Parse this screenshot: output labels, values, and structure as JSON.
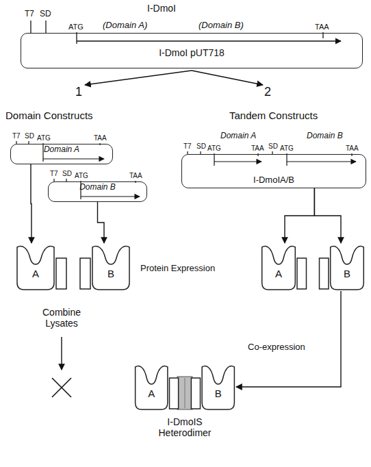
{
  "diagram": {
    "nodes": [
      {
        "text": [
          "I-DmoI pUT718"
        ]
      },
      {
        "text": [
          "Domain A"
        ]
      },
      {
        "text": [
          "Domain B"
        ]
      },
      {
        "text": [
          "I-DmoIA/B"
        ]
      },
      {
        "text": [
          "A"
        ]
      },
      {
        "text": [
          "B"
        ]
      },
      {
        "text": [
          "A"
        ]
      },
      {
        "text": [
          "B"
        ]
      },
      {
        "text": [
          "I-DmoIS Heterodimer"
        ]
      },
      {
        "text": [
          "A"
        ],
        "in": 8
      },
      {
        "text": [
          "B"
        ],
        "in": 8
      }
    ],
    "edges": [
      {
        "from": 1,
        "to": 4,
        "arrow": "to"
      },
      {
        "from": 2,
        "to": 5,
        "arrow": "to"
      },
      {
        "from": 3,
        "to": 6,
        "arrow": "to"
      },
      {
        "from": 3,
        "to": 7,
        "arrow": "to"
      },
      {
        "from": 7,
        "to": 8,
        "arrow": "to"
      }
    ],
    "labels": [
      "I-DmoI",
      "T7",
      "SD",
      "ATG",
      "(Domain A)",
      "(Domain B)",
      "TAA",
      "1",
      "2",
      "Domain Constructs",
      "Tandem Constructs",
      "T7",
      "SD",
      "ATG",
      "TAA",
      "T7",
      "SD",
      "ATG",
      "TAA",
      "Domain A",
      "Domain B",
      "T7",
      "SD",
      "ATG",
      "TAA",
      "SD",
      "ATG",
      "TAA",
      "Protein Expression",
      "Combine Lysates",
      "Co-expression"
    ]
  }
}
